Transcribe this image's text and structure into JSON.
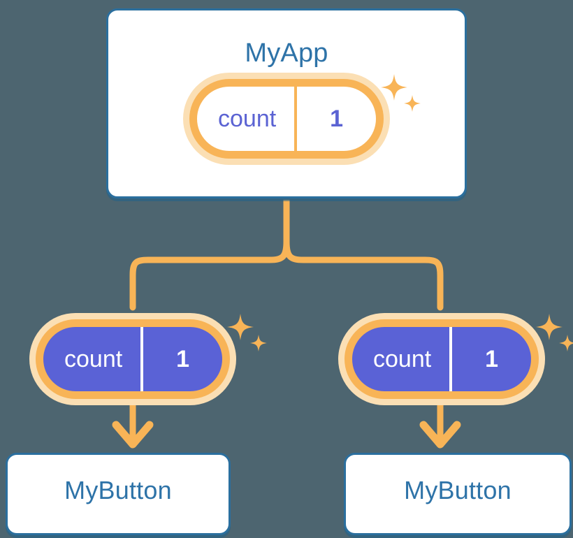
{
  "theme": {
    "background": "#4d6570",
    "card_fill": "#ffffff",
    "card_border": "#2b6f9e",
    "title_blue": "#2e73a8",
    "state_purple": "#5a62d6",
    "accent_orange": "#f8b457",
    "halo_peach": "#fbdfb4",
    "pill_text_top": "#5b63d3",
    "pill_text_bottom": "#ffffff"
  },
  "diagram": {
    "type": "component-state-tree",
    "root": {
      "title": "MyApp",
      "state": {
        "key": "count",
        "value": "1"
      }
    },
    "children": [
      {
        "title": "MyButton",
        "state": {
          "key": "count",
          "value": "1"
        }
      },
      {
        "title": "MyButton",
        "state": {
          "key": "count",
          "value": "1"
        }
      }
    ]
  },
  "icons": {
    "sparkle_large": "sparkle-large-icon",
    "sparkle_small": "sparkle-small-icon",
    "arrow_down": "arrow-down-icon",
    "branch_connector": "branch-connector-icon"
  }
}
